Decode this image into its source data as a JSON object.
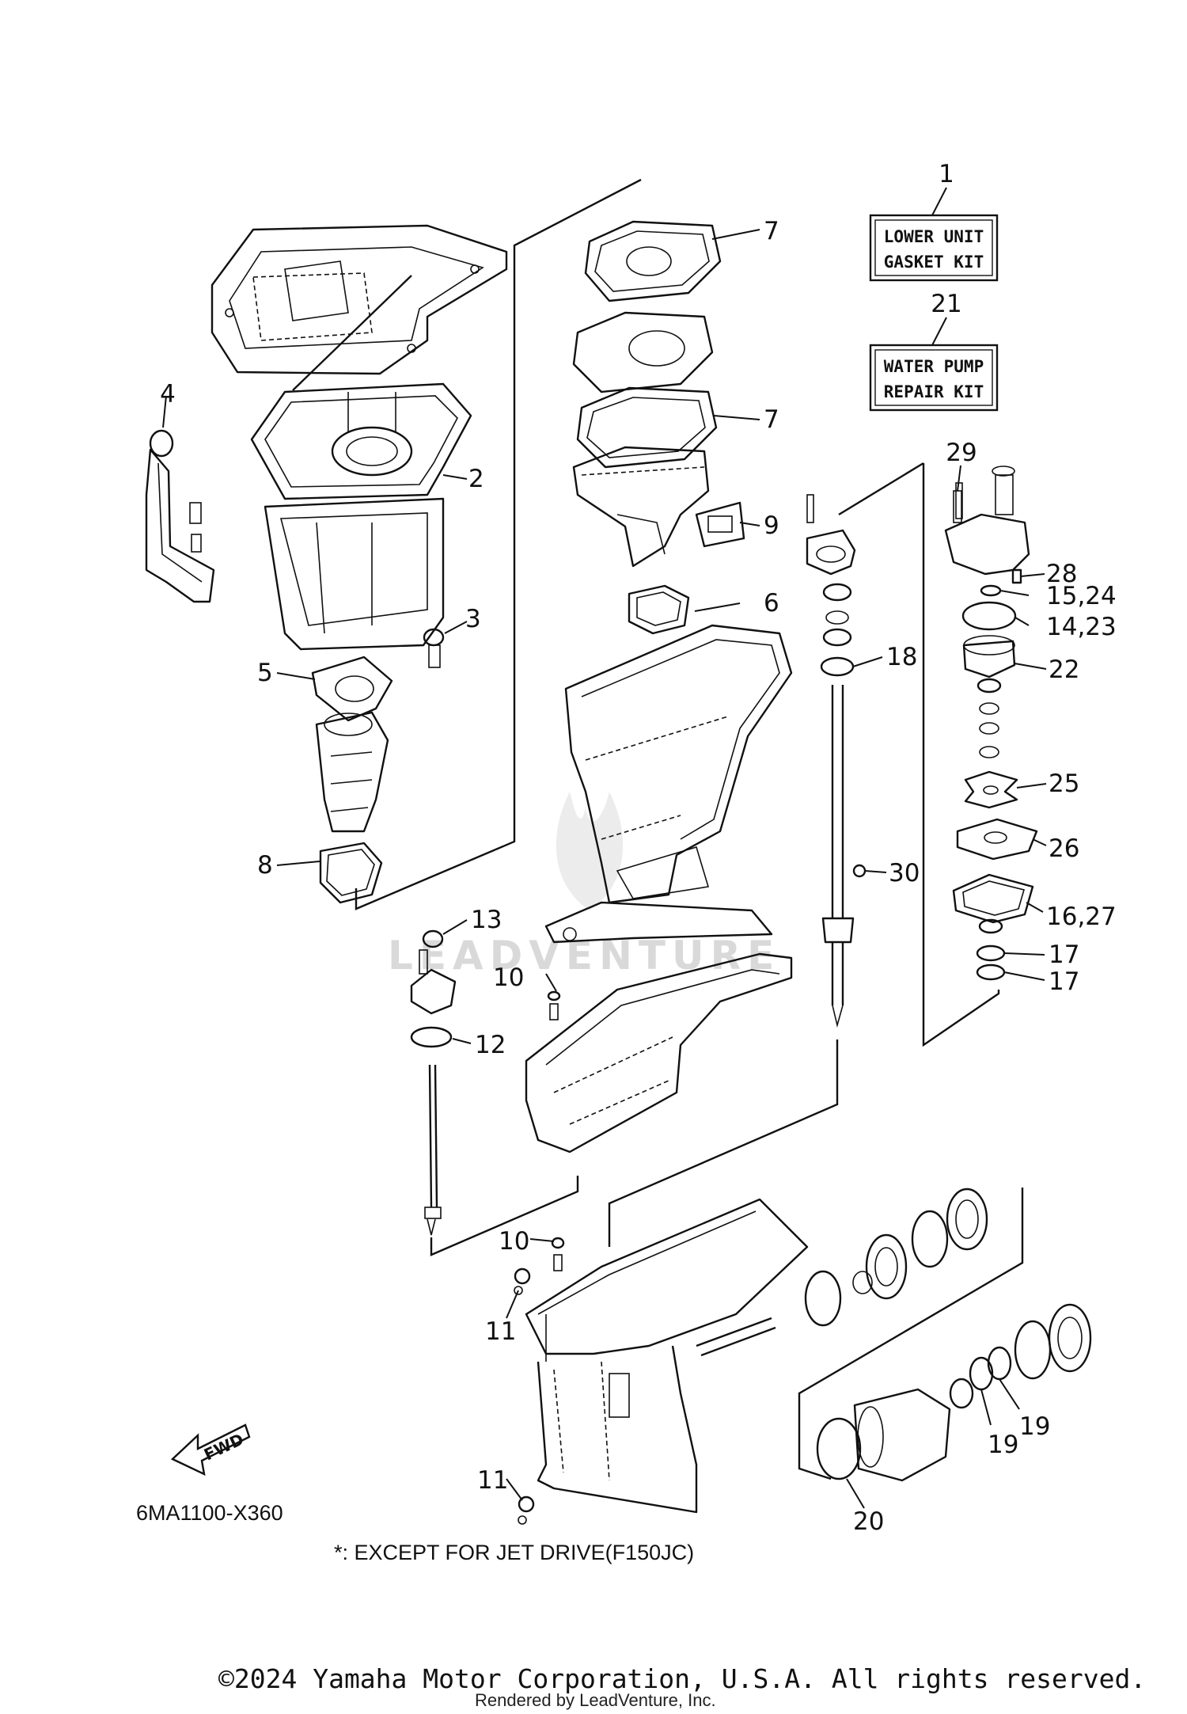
{
  "kits": [
    {
      "number": "1",
      "line1": "LOWER UNIT",
      "line2": "GASKET KIT"
    },
    {
      "number": "21",
      "line1": "WATER PUMP",
      "line2": "REPAIR KIT"
    }
  ],
  "callouts": [
    "2",
    "3",
    "4",
    "5",
    "6",
    "7",
    "7",
    "8",
    "9",
    "10",
    "10",
    "11",
    "11",
    "12",
    "13",
    "14,23",
    "15,24",
    "16,27",
    "17",
    "17",
    "18",
    "19",
    "19",
    "20",
    "22",
    "25",
    "26",
    "28",
    "29",
    "30"
  ],
  "fwd_label": "FWD",
  "diagram_code": "6MA1100-X360",
  "note": "*: EXCEPT FOR JET DRIVE(F150JC)",
  "watermark": "LEADVENTURE",
  "copyright": "©2024 Yamaha Motor Corporation, U.S.A. All rights reserved.",
  "rendered_by": "Rendered by LeadVenture, Inc."
}
